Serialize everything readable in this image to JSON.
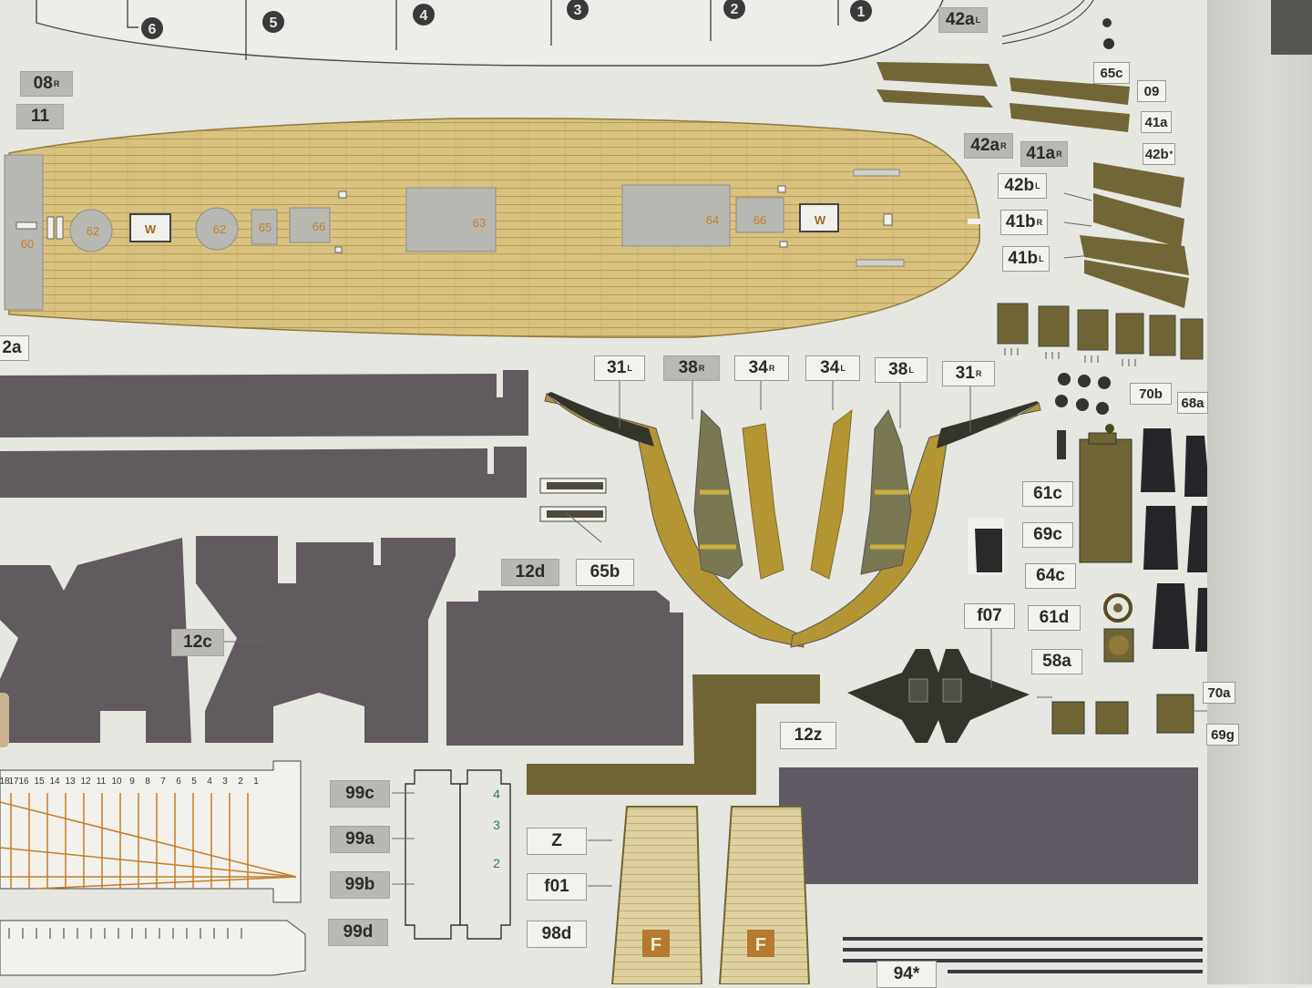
{
  "colors": {
    "paper": "#e6e7e1",
    "deck_wood": "#d7c07c",
    "plank_line": "#b99d55",
    "purple_grey": "#615a5f",
    "olive": "#6f6534",
    "olive_light": "#8f8547",
    "gold": "#b79a3c",
    "dark": "#2b2b2b",
    "grey_patch": "#b8b8b2",
    "orange_text": "#c47d27"
  },
  "station_numbers": [
    "6",
    "5",
    "4",
    "3",
    "2",
    "1"
  ],
  "deck_marks": {
    "m60": "60",
    "m62a": "62",
    "w1": "W",
    "m62b": "62",
    "m65": "65",
    "m66a": "66",
    "m63": "63",
    "m64": "64",
    "m66b": "66",
    "w2": "W"
  },
  "labels": {
    "l08R": {
      "main": "08",
      "sup": "R"
    },
    "l11": {
      "main": "11",
      "sup": ""
    },
    "l2a": {
      "main": "2a",
      "sup": ""
    },
    "l42aL": {
      "main": "42a",
      "sup": "L"
    },
    "l65c": {
      "main": "65c",
      "sup": ""
    },
    "l09": {
      "main": "09",
      "sup": ""
    },
    "l41a": {
      "main": "41a",
      "sup": ""
    },
    "l42aR": {
      "main": "42a",
      "sup": "R"
    },
    "l41aR": {
      "main": "41a",
      "sup": "R"
    },
    "l42bstar": {
      "main": "42b",
      "sup": "*"
    },
    "l42bL": {
      "main": "42b",
      "sup": "L"
    },
    "l41bR": {
      "main": "41b",
      "sup": "R"
    },
    "l41bL": {
      "main": "41b",
      "sup": "L"
    },
    "l31L": {
      "main": "31",
      "sup": "L"
    },
    "l38R": {
      "main": "38",
      "sup": "R"
    },
    "l34R": {
      "main": "34",
      "sup": "R"
    },
    "l34L": {
      "main": "34",
      "sup": "L"
    },
    "l38L": {
      "main": "38",
      "sup": "L"
    },
    "l31R": {
      "main": "31",
      "sup": "R"
    },
    "l70b": {
      "main": "70b",
      "sup": ""
    },
    "l68a": {
      "main": "68a",
      "sup": ""
    },
    "l61c": {
      "main": "61c",
      "sup": ""
    },
    "l69c": {
      "main": "69c",
      "sup": ""
    },
    "l64c": {
      "main": "64c",
      "sup": ""
    },
    "l12d": {
      "main": "12d",
      "sup": ""
    },
    "l65b": {
      "main": "65b",
      "sup": ""
    },
    "l12c": {
      "main": "12c",
      "sup": ""
    },
    "lf07": {
      "main": "f07",
      "sup": ""
    },
    "l61d": {
      "main": "61d",
      "sup": ""
    },
    "l58a": {
      "main": "58a",
      "sup": ""
    },
    "l70a": {
      "main": "70a",
      "sup": ""
    },
    "l69g": {
      "main": "69g",
      "sup": ""
    },
    "l12z": {
      "main": "12z",
      "sup": ""
    },
    "l99c": {
      "main": "99c",
      "sup": ""
    },
    "l99a": {
      "main": "99a",
      "sup": ""
    },
    "l99b": {
      "main": "99b",
      "sup": ""
    },
    "l99d": {
      "main": "99d",
      "sup": ""
    },
    "lZ": {
      "main": "Z",
      "sup": ""
    },
    "lf01": {
      "main": "f01",
      "sup": ""
    },
    "l98d": {
      "main": "98d",
      "sup": ""
    },
    "l94star": {
      "main": "94*",
      "sup": ""
    }
  },
  "ruler_numbers": [
    "1",
    "2",
    "3",
    "4",
    "5",
    "6",
    "7",
    "8",
    "9",
    "10",
    "11",
    "12",
    "13",
    "14",
    "15",
    "16",
    "17",
    "18"
  ],
  "slat_numbers": [
    "4",
    "3",
    "2"
  ],
  "hatch_letter": "F"
}
